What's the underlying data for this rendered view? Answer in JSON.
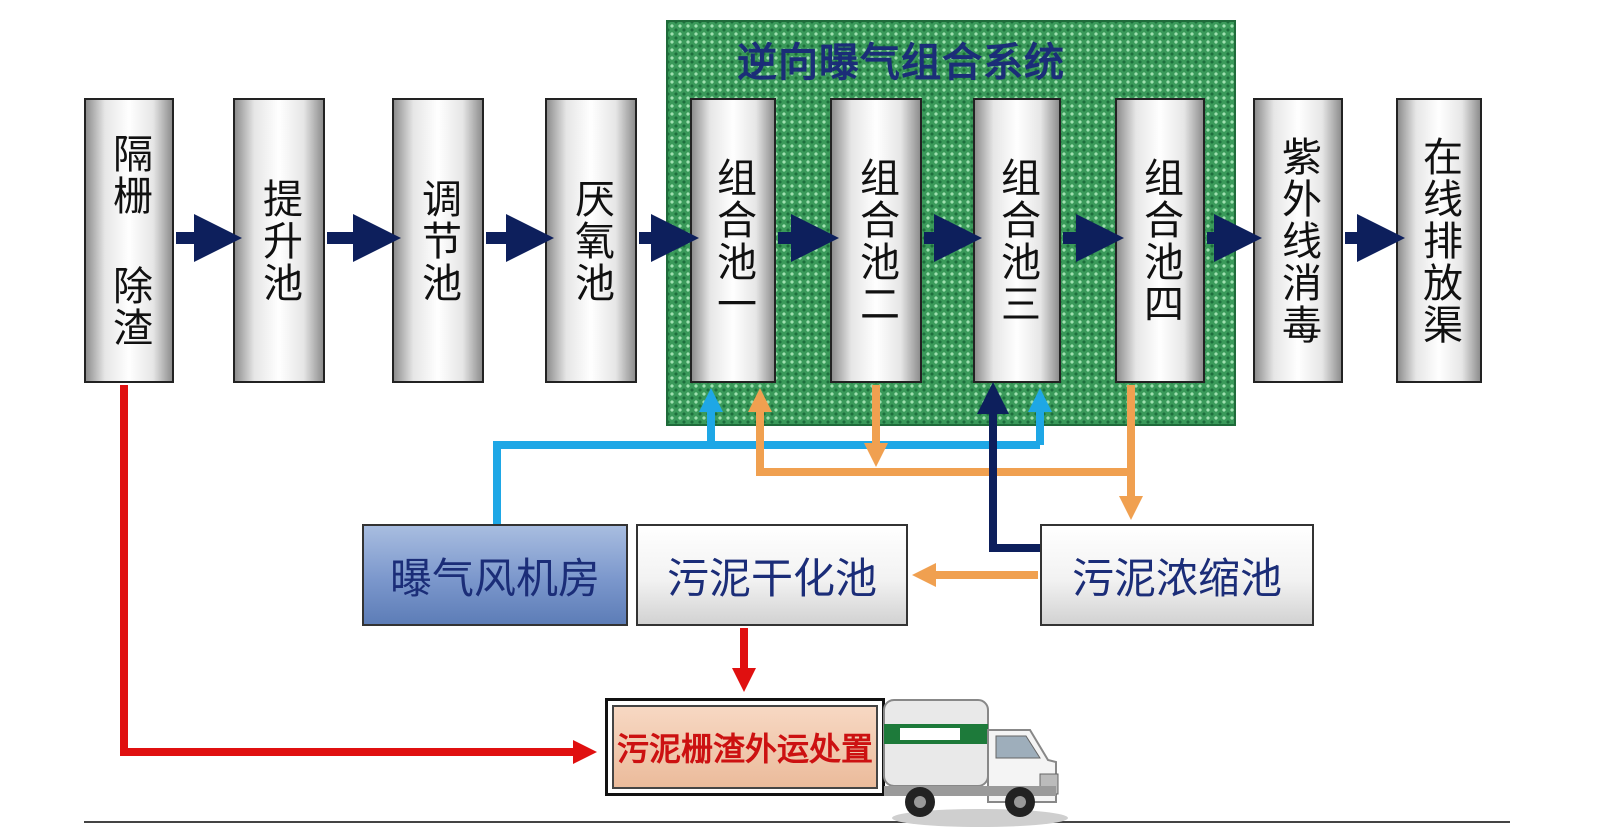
{
  "combined_system": {
    "title": "逆向曝气组合系统"
  },
  "process_steps": [
    {
      "id": "grille",
      "label": "隔栅 除渣"
    },
    {
      "id": "lift",
      "label": "提升池"
    },
    {
      "id": "adjust",
      "label": "调节池"
    },
    {
      "id": "anaerobic",
      "label": "厌氧池"
    },
    {
      "id": "combo1",
      "label": "组合池一"
    },
    {
      "id": "combo2",
      "label": "组合池二"
    },
    {
      "id": "combo3",
      "label": "组合池三"
    },
    {
      "id": "combo4",
      "label": "组合池四"
    },
    {
      "id": "uv",
      "label": "紫外线消毒"
    },
    {
      "id": "discharge",
      "label": "在线排放渠"
    }
  ],
  "facilities": {
    "blower_room": "曝气风机房",
    "sludge_drying": "污泥干化池",
    "sludge_thickening": "污泥浓缩池",
    "disposal": "污泥栅渣外运处置"
  },
  "colors": {
    "main_flow": "#0d1f5c",
    "air_flow": "#1ea7e6",
    "sludge_flow": "#f0a050",
    "screening_flow": "#e01010"
  }
}
